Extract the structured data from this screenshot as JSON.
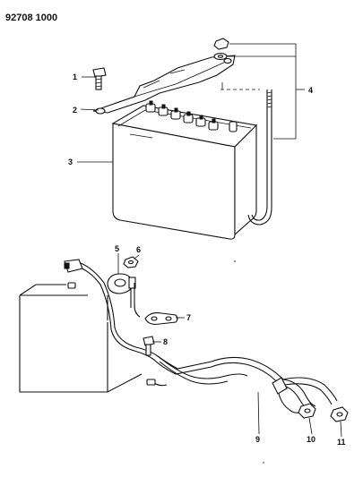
{
  "header": {
    "code": "92708 1000"
  },
  "callouts": [
    {
      "id": "1",
      "label": "1"
    },
    {
      "id": "2",
      "label": "2"
    },
    {
      "id": "3",
      "label": "3"
    },
    {
      "id": "4",
      "label": "4"
    },
    {
      "id": "5",
      "label": "5"
    },
    {
      "id": "6",
      "label": "6"
    },
    {
      "id": "7",
      "label": "7"
    },
    {
      "id": "8",
      "label": "8"
    },
    {
      "id": "9",
      "label": "9"
    },
    {
      "id": "10",
      "label": "10"
    },
    {
      "id": "11",
      "label": "11"
    }
  ],
  "colors": {
    "ink": "#111111",
    "paper": "#ffffff"
  }
}
